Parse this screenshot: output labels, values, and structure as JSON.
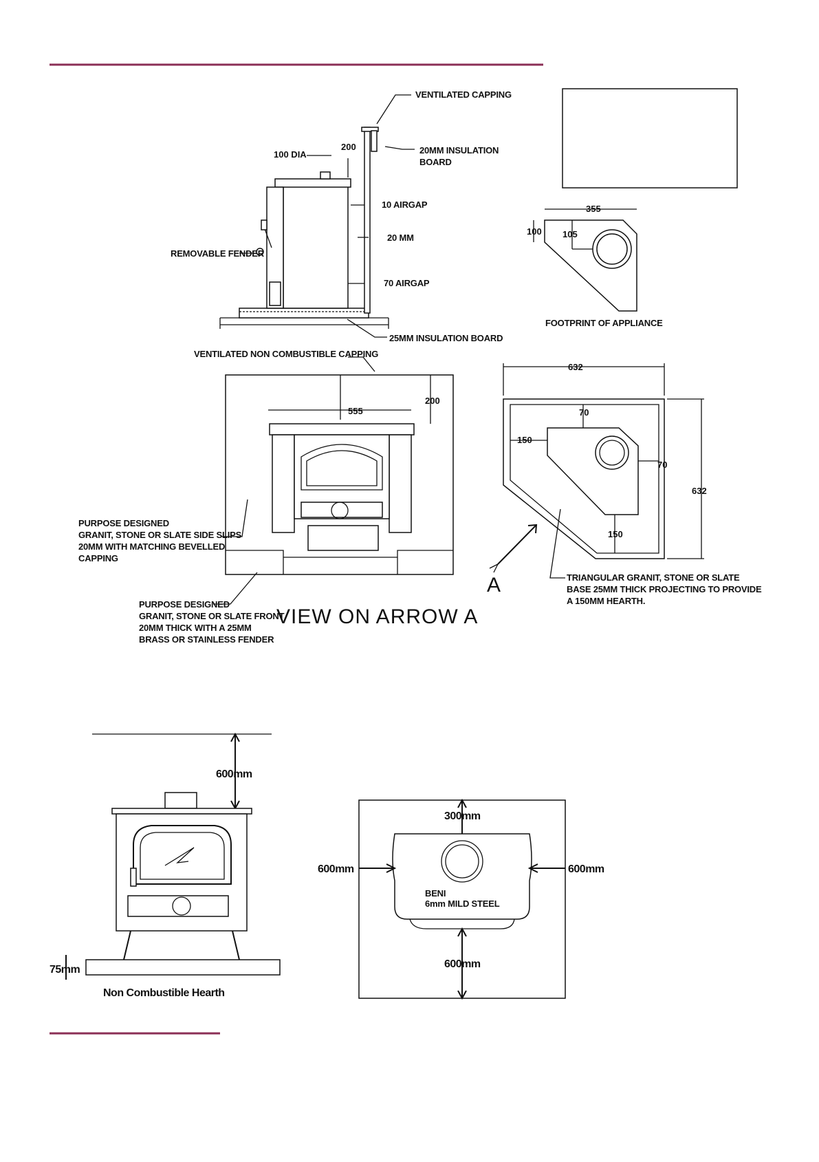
{
  "colors": {
    "rule": "#8b2f56",
    "ink": "#111111"
  },
  "side_view": {
    "ventilated_capping": "VENTILATED CAPPING",
    "insulation_board_1": "20MM INSULATION",
    "insulation_board_2": "BOARD",
    "flue_dia": "100 DIA",
    "top_clearance": "200",
    "airgap_10": "10 AIRGAP",
    "gap_20": "20 MM",
    "airgap_70": "70 AIRGAP",
    "removable_fender": "REMOVABLE FENDER",
    "base_insulation": "25MM INSULATION BOARD"
  },
  "footprint": {
    "width": "355",
    "depth": "100",
    "flue_offset": "105",
    "caption": "FOOTPRINT OF APPLIANCE"
  },
  "front_view": {
    "capping": "VENTILATED NON COMBUSTIBLE CAPPING",
    "width": "555",
    "top_clearance": "200",
    "side_slips": [
      "PURPOSE DESIGNED",
      "GRANIT, STONE OR SLATE SIDE SLIPS",
      "20MM WITH MATCHING BEVELLED",
      "CAPPING"
    ],
    "front": [
      "PURPOSE DESIGNED",
      "GRANIT, STONE OR SLATE FRONT",
      "20MM THICK WITH A 25MM",
      "BRASS OR STAINLESS FENDER"
    ],
    "view_title": "VIEW ON ARROW A"
  },
  "hearth_plan": {
    "width": "632",
    "depth": "632",
    "back_gap": "70",
    "side_gap": "150",
    "right_gap": "70",
    "front_gap": "150",
    "arrow_label": "A",
    "base_note": [
      "TRIANGULAR GRANIT, STONE OR SLATE",
      "BASE 25MM THICK PROJECTING TO PROVIDE",
      "A 150MM HEARTH."
    ]
  },
  "stove_front": {
    "top_clearance": "600mm",
    "hearth_height": "75mm",
    "hearth_caption": "Non Combustible Hearth"
  },
  "stove_plan": {
    "rear_clearance": "300mm",
    "left_clearance": "600mm",
    "right_clearance": "600mm",
    "front_clearance": "600mm",
    "material_1": "BENI",
    "material_2": "6mm MILD STEEL"
  }
}
